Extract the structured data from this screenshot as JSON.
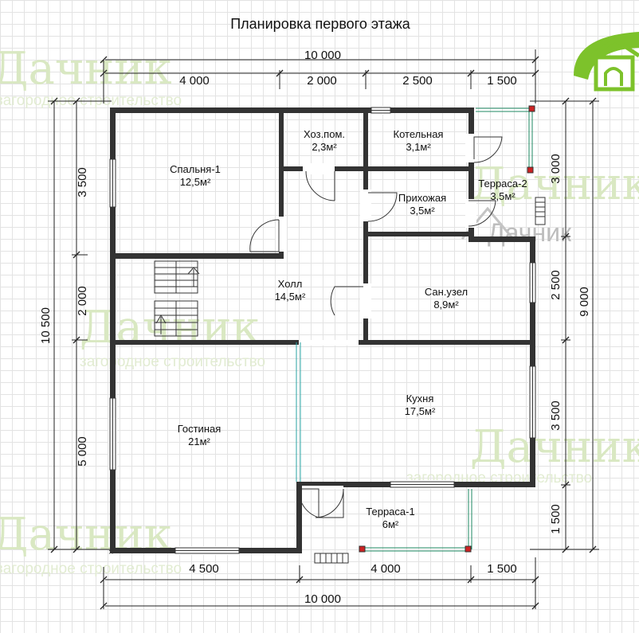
{
  "title": "Планировка первого этажа",
  "watermark": {
    "brand": "Дачник",
    "slogan": "загородное строительство",
    "logo_icon": "house-logo-icon"
  },
  "dims": {
    "top_total": "10 000",
    "top_1": "4 000",
    "top_2": "2 000",
    "top_3": "2 500",
    "top_4": "1 500",
    "bottom_1": "4 500",
    "bottom_2": "4 000",
    "bottom_3": "1 500",
    "bottom_total": "10 000",
    "left_total": "10 500",
    "left_1": "3 500",
    "left_2": "2 000",
    "left_3": "5 000",
    "right_total": "9 000",
    "right_1": "3 000",
    "right_2": "2 500",
    "right_3": "3 500",
    "right_4": "1 500"
  },
  "rooms": {
    "bedroom": {
      "name": "Спальня-1",
      "area": "12,5м²"
    },
    "storage": {
      "name": "Хоз.пом.",
      "area": "2,3м²"
    },
    "boiler": {
      "name": "Котельная",
      "area": "3,1м²"
    },
    "terrace2": {
      "name": "Терраса-2",
      "area": "3,5м²"
    },
    "entry": {
      "name": "Прихожая",
      "area": "3,5м²"
    },
    "hall": {
      "name": "Холл",
      "area": "14,5м²"
    },
    "bath": {
      "name": "Сан.узел",
      "area": "8,9м²"
    },
    "kitchen": {
      "name": "Кухня",
      "area": "17,5м²"
    },
    "living": {
      "name": "Гостиная",
      "area": "21м²"
    },
    "terrace1": {
      "name": "Терраса-1",
      "area": "6м²"
    }
  },
  "colors": {
    "wall": "#333333",
    "terrace_rail": "#1f8a63",
    "post": "#cc2222",
    "logo_green": "#7dc22b",
    "watermark": "#d9e8c2"
  }
}
